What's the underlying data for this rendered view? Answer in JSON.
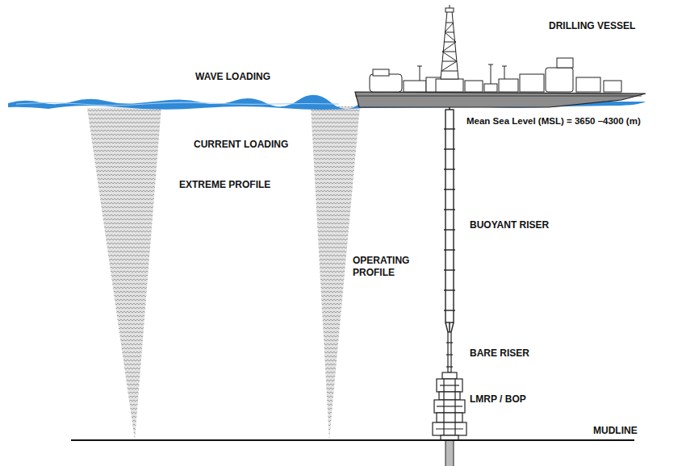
{
  "diagram": {
    "labels": [
      "DRILLING VESSEL",
      "WAVE LOADING",
      "Mean Sea Level (MSL) = 3650 –4300 (m)",
      "CURRENT LOADING",
      "EXTREME PROFILE",
      "BUOYANT RISER",
      "OPERATING PROFILE",
      "BARE RISER",
      "LMRP / BOP",
      "MUDLINE"
    ]
  }
}
